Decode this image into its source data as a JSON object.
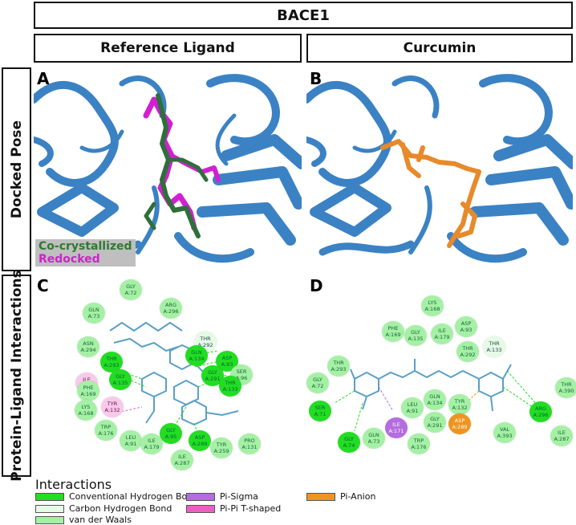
{
  "title": "BACE1",
  "col_headers": [
    "Reference Ligand",
    "Curcumin"
  ],
  "row_headers": [
    "Docked Pose",
    "Protein-Ligand Interactions"
  ],
  "panel_labels": [
    "A",
    "B",
    "C",
    "D"
  ],
  "pose_legend": {
    "co_crystallized": "Co-crystallized",
    "redocked": "Redocked"
  },
  "colors": {
    "protein": "#3b82c4",
    "co_crystallized": "#2f6f3a",
    "redocked": "#d21fd2",
    "curcumin": "#e8892a",
    "conventional_hbond": "#22dd22",
    "carbon_hbond": "#e6fbe6",
    "vdw": "#a5f0a5",
    "pi_sigma": "#b46de0",
    "pi_pi_tshaped": "#ee5ec2",
    "pi_anion": "#ef9421"
  },
  "interactions_legend": {
    "title": "Interactions",
    "items": [
      {
        "label": "Conventional Hydrogen Bond",
        "color": "#22dd22"
      },
      {
        "label": "Carbon Hydrogen Bond",
        "color": "#e6fbe6"
      },
      {
        "label": "van der Waals",
        "color": "#a5f0a5"
      },
      {
        "label": "Pi-Sigma",
        "color": "#b46de0"
      },
      {
        "label": "Pi-Pi T-shaped",
        "color": "#ee5ec2"
      },
      {
        "label": "Pi-Anion",
        "color": "#ef9421"
      }
    ]
  },
  "residues_C": [
    {
      "name": "GLY",
      "pos": "A:72",
      "type": "vdw"
    },
    {
      "name": "ARG",
      "pos": "A:296",
      "type": "vdw"
    },
    {
      "name": "GLN",
      "pos": "A:73",
      "type": "vdw"
    },
    {
      "name": "THR",
      "pos": "A:292",
      "type": "carbon"
    },
    {
      "name": "ASN",
      "pos": "A:294",
      "type": "vdw"
    },
    {
      "name": "THR",
      "pos": "A:293",
      "type": "conv"
    },
    {
      "name": "GLN",
      "pos": "A:134",
      "type": "conv"
    },
    {
      "name": "ASP",
      "pos": "A:93",
      "type": "conv"
    },
    {
      "name": "ILE",
      "pos": "A:171",
      "type": "pipi"
    },
    {
      "name": "GLY",
      "pos": "A:135",
      "type": "conv"
    },
    {
      "name": "GLY",
      "pos": "A:291",
      "type": "conv"
    },
    {
      "name": "SER",
      "pos": "A:96",
      "type": "vdw"
    },
    {
      "name": "THR",
      "pos": "A:133",
      "type": "conv"
    },
    {
      "name": "PHE",
      "pos": "A:169",
      "type": "vdw"
    },
    {
      "name": "LYS",
      "pos": "A:168",
      "type": "vdw"
    },
    {
      "name": "TYR",
      "pos": "A:132",
      "type": "pipi"
    },
    {
      "name": "TRP",
      "pos": "A:176",
      "type": "vdw"
    },
    {
      "name": "LEU",
      "pos": "A:91",
      "type": "vdw"
    },
    {
      "name": "GLY",
      "pos": "A:95",
      "type": "conv"
    },
    {
      "name": "ILE",
      "pos": "A:179",
      "type": "vdw"
    },
    {
      "name": "ASP",
      "pos": "A:289",
      "type": "conv"
    },
    {
      "name": "TYR",
      "pos": "A:259",
      "type": "vdw"
    },
    {
      "name": "PRO",
      "pos": "A:131",
      "type": "vdw"
    },
    {
      "name": "ILE",
      "pos": "A:287",
      "type": "vdw"
    }
  ],
  "residues_D": [
    {
      "name": "LYS",
      "pos": "A:168",
      "type": "vdw"
    },
    {
      "name": "PHE",
      "pos": "A:169",
      "type": "vdw"
    },
    {
      "name": "GLY",
      "pos": "A:135",
      "type": "vdw"
    },
    {
      "name": "ILE",
      "pos": "A:179",
      "type": "vdw"
    },
    {
      "name": "ASP",
      "pos": "A:93",
      "type": "vdw"
    },
    {
      "name": "THR",
      "pos": "A:292",
      "type": "vdw"
    },
    {
      "name": "THR",
      "pos": "A:133",
      "type": "carbon"
    },
    {
      "name": "THR",
      "pos": "A:293",
      "type": "vdw"
    },
    {
      "name": "GLY",
      "pos": "A:72",
      "type": "vdw"
    },
    {
      "name": "SER",
      "pos": "A:71",
      "type": "conv"
    },
    {
      "name": "GLN",
      "pos": "A:134",
      "type": "vdw"
    },
    {
      "name": "TYR",
      "pos": "A:132",
      "type": "vdw"
    },
    {
      "name": "LEU",
      "pos": "A:91",
      "type": "vdw"
    },
    {
      "name": "ASP",
      "pos": "A:289",
      "type": "anion"
    },
    {
      "name": "GLY",
      "pos": "A:291",
      "type": "vdw"
    },
    {
      "name": "ILE",
      "pos": "A:171",
      "type": "sigma"
    },
    {
      "name": "GLY",
      "pos": "A:74",
      "type": "conv"
    },
    {
      "name": "GLN",
      "pos": "A:73",
      "type": "vdw"
    },
    {
      "name": "TRP",
      "pos": "A:176",
      "type": "vdw"
    },
    {
      "name": "THR",
      "pos": "A:390",
      "type": "vdw"
    },
    {
      "name": "ARG",
      "pos": "A:296",
      "type": "conv"
    },
    {
      "name": "VAL",
      "pos": "A:393",
      "type": "vdw"
    },
    {
      "name": "ILE",
      "pos": "A:287",
      "type": "vdw"
    }
  ]
}
